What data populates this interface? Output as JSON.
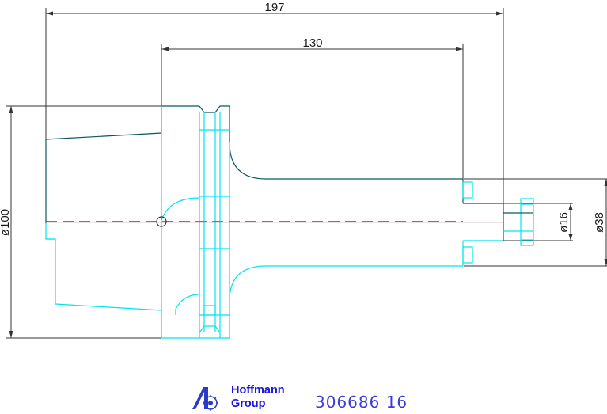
{
  "dimensions": {
    "overall_length": "197",
    "gauge_length": "130",
    "flange_diameter": "ø100",
    "shank_diameter": "ø38",
    "bore_diameter": "ø16"
  },
  "title_block": {
    "brand_line1": "Hoffmann",
    "brand_line2": "Group",
    "part_number": "306686  16"
  },
  "colors": {
    "outline": "#00e5ee",
    "outline_dark": "#0a5a5a",
    "centerline": "#d9534f",
    "dimension": "#333333",
    "brand": "#1b16d8"
  },
  "icons": {
    "logo": "hoffmann-group-logo"
  }
}
